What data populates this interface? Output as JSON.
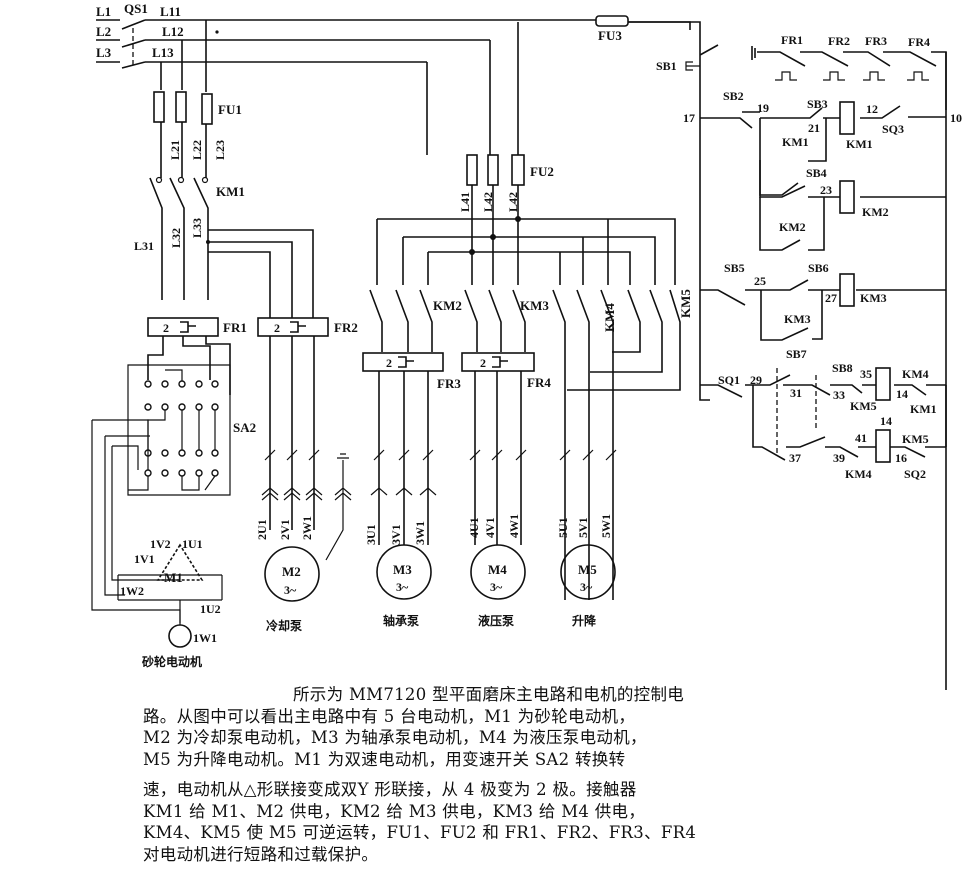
{
  "figure": {
    "title": "MM7120 平面磨床主电路和电机的控制电路",
    "supply": {
      "phases": [
        "L1",
        "L2",
        "L3"
      ],
      "switch": "QS1",
      "bus": [
        "L11",
        "L12",
        "L13"
      ]
    },
    "fuses": {
      "fu1": {
        "label": "FU1",
        "outputs": [
          "L21",
          "L22",
          "L23"
        ]
      },
      "fu2": {
        "label": "FU2",
        "outputs": [
          "L41",
          "L42",
          "L42"
        ]
      },
      "fu3": {
        "label": "FU3"
      }
    },
    "contactors": {
      "km1": "KM1",
      "km2": "KM2",
      "km3": "KM3",
      "km4": "KM4",
      "km5": "KM5"
    },
    "km1_outputs": [
      "L31",
      "L32",
      "L33"
    ],
    "thermal_relays": {
      "fr1": "FR1",
      "fr2": "FR2",
      "fr3": "FR3",
      "fr4": "FR4",
      "element_count": "2"
    },
    "speed_switch": "SA2",
    "motors": [
      {
        "id": "M1",
        "rating": "",
        "name": "砂轮电动机",
        "terminals": [
          "1U1",
          "1V1",
          "1W1",
          "1U2",
          "1V2",
          "1W2"
        ]
      },
      {
        "id": "M2",
        "rating": "3~",
        "name": "冷却泵",
        "terminals": [
          "2U1",
          "2V1",
          "2W1"
        ]
      },
      {
        "id": "M3",
        "rating": "3~",
        "name": "轴承泵",
        "terminals": [
          "3U1",
          "3V1",
          "3W1"
        ]
      },
      {
        "id": "M4",
        "rating": "3~",
        "name": "液压泵",
        "terminals": [
          "4U1",
          "4V1",
          "4W1"
        ]
      },
      {
        "id": "M5",
        "rating": "3~",
        "name": "升降",
        "terminals": [
          "5U1",
          "5V1",
          "5W1"
        ]
      }
    ],
    "control": {
      "buttons": [
        "SB1",
        "SB2",
        "SB3",
        "SB4",
        "SB5",
        "SB6",
        "SB7",
        "SB8"
      ],
      "limit_switches": [
        "SQ1",
        "SQ2",
        "SQ3"
      ],
      "nodes": [
        "17",
        "19",
        "21",
        "12",
        "10",
        "23",
        "25",
        "27",
        "29",
        "31",
        "33",
        "35",
        "14",
        "37",
        "39",
        "41",
        "14",
        "16"
      ]
    }
  },
  "caption": {
    "lines": [
      "所示为 MM7120 型平面磨床主电路和电机的控制电",
      "路。从图中可以看出主电路中有 5 台电动机，M1 为砂轮电动机，",
      "M2 为冷却泵电动机，M3 为轴承泵电动机，M4 为液压泵电动机，",
      "M5 为升降电动机。M1 为双速电动机，用变速开关 SA2 转换转",
      "速，电动机从△形联接变成双Y 形联接，从 4 极变为 2 极。接触器",
      "KM1 给 M1、M2 供电，KM2 给 M3 供电，KM3 给 M4 供电，",
      "KM4、KM5 使 M5 可逆运转，FU1、FU2 和 FR1、FR2、FR3、FR4",
      "对电动机进行短路和过载保护。"
    ]
  }
}
